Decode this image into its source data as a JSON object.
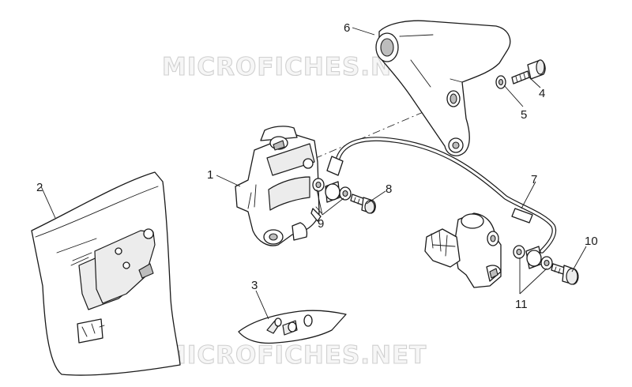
{
  "watermarks": [
    "MICROFICHES.NET",
    "MICROFICHES.NET"
  ],
  "callouts": [
    "1",
    "2",
    "3",
    "4",
    "5",
    "6",
    "7",
    "8",
    "9",
    "10",
    "11"
  ]
}
